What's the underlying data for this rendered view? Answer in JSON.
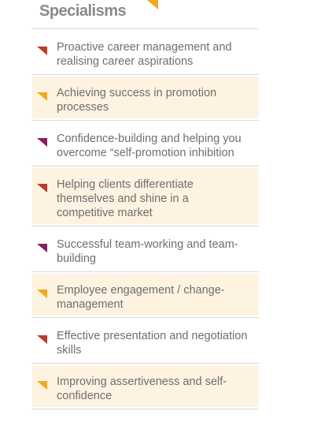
{
  "heading": "Specialisms",
  "colors": {
    "red": "#c0392b",
    "orange": "#f0a81e",
    "purple": "#8b1c62"
  },
  "items": [
    {
      "label": "Proactive  career management and realising career aspirations",
      "color": "red",
      "highlighted": false
    },
    {
      "label": "Achieving success in promotion processes",
      "color": "orange",
      "highlighted": true
    },
    {
      "label": "Confidence-building and helping you overcome “self-promotion inhibition",
      "color": "purple",
      "highlighted": false
    },
    {
      "label": "Helping clients differentiate themselves and shine in a competitive market",
      "color": "red",
      "highlighted": true
    },
    {
      "label": "Successful team-working and team-building",
      "color": "purple",
      "highlighted": false
    },
    {
      "label": "Employee engagement / change-management",
      "color": "orange",
      "highlighted": true
    },
    {
      "label": "Effective presentation and negotiation skills",
      "color": "red",
      "highlighted": false
    },
    {
      "label": "Improving assertiveness and self-confidence",
      "color": "orange",
      "highlighted": true
    }
  ]
}
